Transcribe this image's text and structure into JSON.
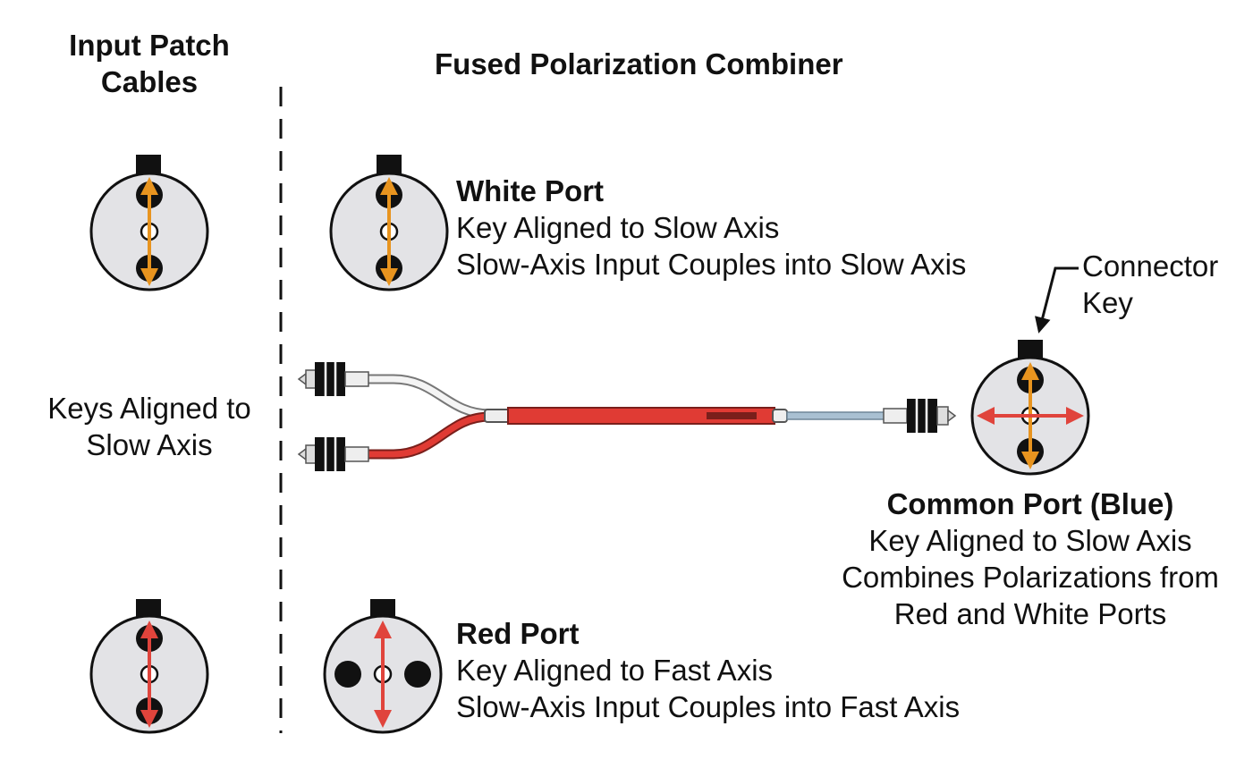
{
  "headers": {
    "input_line1": "Input Patch",
    "input_line2": "Cables",
    "combiner": "Fused Polarization Combiner"
  },
  "white_port": {
    "title": "White Port",
    "line1": "Key Aligned to Slow Axis",
    "line2": "Slow-Axis Input Couples into Slow Axis"
  },
  "red_port": {
    "title": "Red Port",
    "line1": "Key Aligned to Fast Axis",
    "line2": "Slow-Axis Input Couples into Fast Axis"
  },
  "common_port": {
    "title": "Common Port (Blue)",
    "line1": "Key Aligned to Slow Axis",
    "line2": "Combines Polarizations from",
    "line3": "Red and White Ports"
  },
  "keys_aligned": {
    "line1": "Keys Aligned to",
    "line2": "Slow Axis"
  },
  "connector_key": {
    "line1": "Connector",
    "line2": "Key"
  },
  "colors": {
    "fiber_red": "#e03b34",
    "arrow_orange": "#e8941f",
    "arrow_red": "#e0443c",
    "port_fill": "#e3e3e6",
    "fiber_blue": "#a9c0d2"
  }
}
